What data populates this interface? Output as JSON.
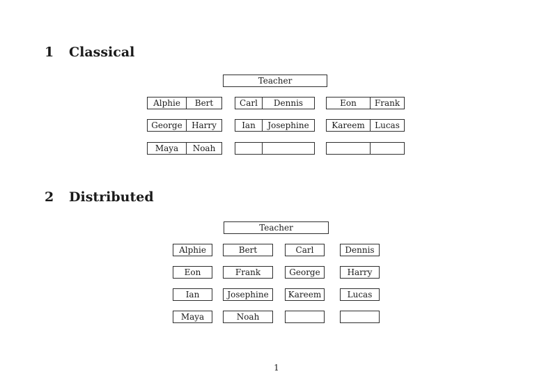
{
  "document": {
    "page_number": "1",
    "colors": {
      "background": "#ffffff",
      "text": "#1a1a1a",
      "border": "#2e2e2e"
    }
  },
  "sections": [
    {
      "number": "1",
      "title": "Classical",
      "teacher_label": "Teacher",
      "rows": [
        [
          [
            "Alphie",
            "Bert"
          ],
          [
            "Carl",
            "Dennis"
          ],
          [
            "Eon",
            "Frank"
          ]
        ],
        [
          [
            "George",
            "Harry"
          ],
          [
            "Ian",
            "Josephine"
          ],
          [
            "Kareem",
            "Lucas"
          ]
        ],
        [
          [
            "Maya",
            "Noah"
          ],
          [
            "",
            ""
          ],
          [
            "",
            ""
          ]
        ]
      ]
    },
    {
      "number": "2",
      "title": "Distributed",
      "teacher_label": "Teacher",
      "rows": [
        [
          "Alphie",
          "Bert",
          "Carl",
          "Dennis"
        ],
        [
          "Eon",
          "Frank",
          "George",
          "Harry"
        ],
        [
          "Ian",
          "Josephine",
          "Kareem",
          "Lucas"
        ],
        [
          "Maya",
          "Noah",
          "",
          ""
        ]
      ]
    }
  ]
}
